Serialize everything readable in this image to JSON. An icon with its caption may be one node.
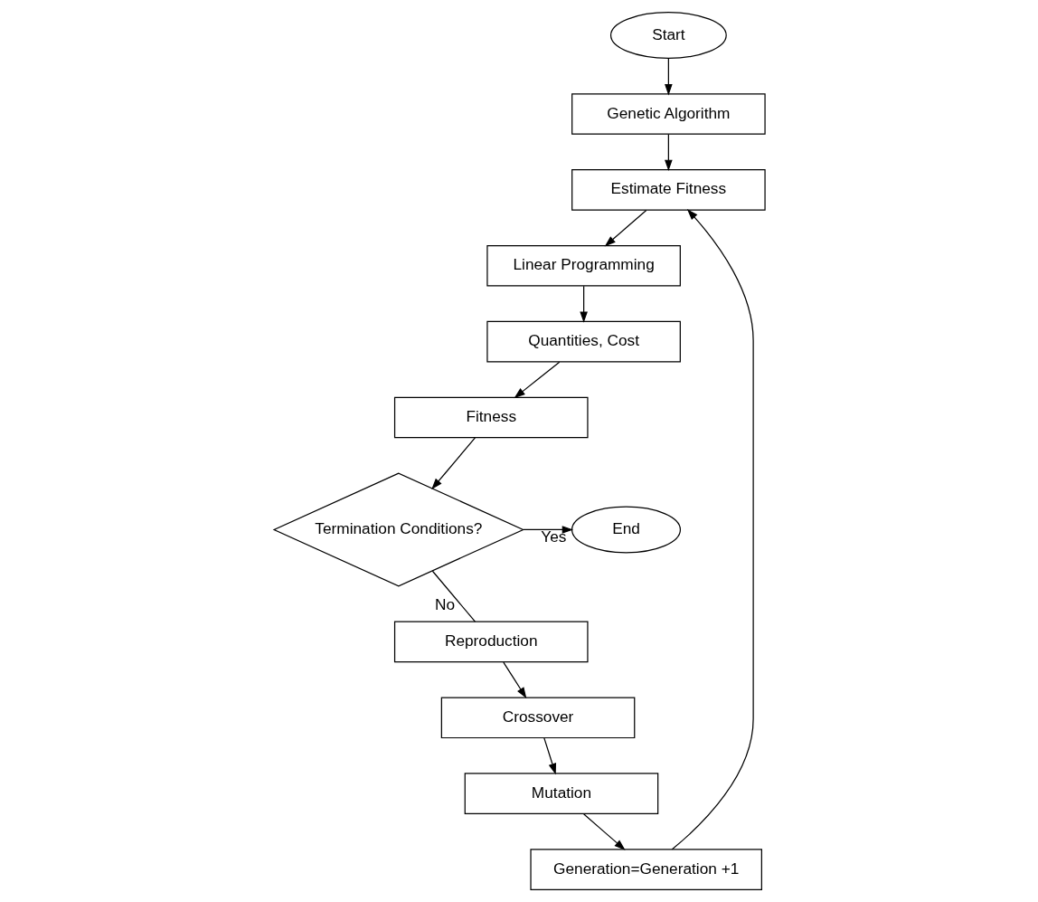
{
  "diagram": {
    "nodes": [
      {
        "text": [
          "Start"
        ]
      },
      {
        "text": [
          "Genetic Algorithm"
        ]
      },
      {
        "text": [
          "Estimate Fitness"
        ]
      },
      {
        "text": [
          "Linear Programming"
        ]
      },
      {
        "text": [
          "Quantities, Cost"
        ]
      },
      {
        "text": [
          "Fitness"
        ]
      },
      {
        "text": [
          "Termination Conditions?"
        ]
      },
      {
        "text": [
          "End"
        ]
      },
      {
        "text": [
          "Reproduction"
        ]
      },
      {
        "text": [
          "Crossover"
        ]
      },
      {
        "text": [
          "Mutation"
        ]
      },
      {
        "text": [
          "Generation=Generation +1"
        ]
      }
    ],
    "edges": [
      {
        "from": 0,
        "to": 1,
        "arrow": "to"
      },
      {
        "from": 1,
        "to": 2,
        "arrow": "to"
      },
      {
        "from": 2,
        "to": 3,
        "arrow": "to"
      },
      {
        "from": 3,
        "to": 4,
        "arrow": "to"
      },
      {
        "from": 4,
        "to": 5,
        "arrow": "to"
      },
      {
        "from": 5,
        "to": 6,
        "arrow": "to"
      },
      {
        "from": 6,
        "to": 7,
        "arrow": "to",
        "label": "Yes"
      },
      {
        "from": 6,
        "to": 8,
        "arrow": "none",
        "label": "No"
      },
      {
        "from": 8,
        "to": 9,
        "arrow": "to"
      },
      {
        "from": 9,
        "to": 10,
        "arrow": "to"
      },
      {
        "from": 10,
        "to": 11,
        "arrow": "to"
      },
      {
        "from": 11,
        "to": 2,
        "arrow": "to"
      }
    ]
  }
}
